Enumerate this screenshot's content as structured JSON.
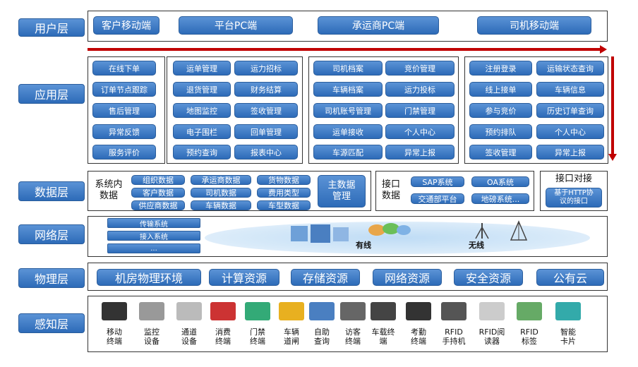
{
  "layers": {
    "user": "用户层",
    "app": "应用层",
    "data": "数据层",
    "network": "网络层",
    "physical": "物理层",
    "sensing": "感知层"
  },
  "user_layer": [
    "客户移动端",
    "平台PC端",
    "承运商PC端",
    "司机移动端"
  ],
  "app_layer": {
    "col1": [
      "在线下单",
      "订单节点跟踪",
      "售后管理",
      "异常反馈",
      "服务评价"
    ],
    "col2": [
      "运单管理",
      "运力招标",
      "退货管理",
      "财务结算",
      "地图监控",
      "签收管理",
      "电子围栏",
      "回单管理",
      "预约查询",
      "报表中心"
    ],
    "col3": [
      "司机档案",
      "竞价管理",
      "车辆档案",
      "运力投标",
      "司机账号管理",
      "门禁管理",
      "运单接收",
      "个人中心",
      "车源匹配",
      "异常上报"
    ],
    "col4": [
      "注册登录",
      "运输状态查询",
      "线上接单",
      "车辆信息",
      "参与竞价",
      "历史订单查询",
      "预约排队",
      "个人中心",
      "签收管理",
      "异常上报"
    ]
  },
  "data_layer": {
    "internal_title": "系统内\n数据",
    "internal_items": [
      "组织数据",
      "承运商数据",
      "货物数据",
      "客户数据",
      "司机数据",
      "费用类型",
      "供应商数据",
      "车辆数据",
      "车型数据"
    ],
    "master": "主数据\n管理",
    "interface_title": "接口\n数据",
    "interface_items": [
      "SAP系统",
      "OA系统",
      "交通部平台",
      "地磅系统..."
    ],
    "docking_title": "接口对接",
    "docking_item": "基于HTTP协\n议的接口"
  },
  "network_layer": {
    "items": [
      "传输系统",
      "接入系统",
      "..."
    ],
    "wired": "有线",
    "wireless": "无线"
  },
  "physical_layer": [
    "机房物理环境",
    "计算资源",
    "存储资源",
    "网络资源",
    "安全资源",
    "公有云"
  ],
  "sensing_layer": [
    {
      "label": "移动\n终端",
      "icon": "phone-icon"
    },
    {
      "label": "监控\n设备",
      "icon": "camera-icon"
    },
    {
      "label": "通道\n设备",
      "icon": "gate-icon"
    },
    {
      "label": "消费\n终端",
      "icon": "pos-icon"
    },
    {
      "label": "门禁\n终端",
      "icon": "board-icon"
    },
    {
      "label": "车辆\n道闸",
      "icon": "barrier-icon"
    },
    {
      "label": "自助\n查询",
      "icon": "kiosk-icon"
    },
    {
      "label": "访客\n终端",
      "icon": "visitor-icon"
    },
    {
      "label": "车载终\n端",
      "icon": "vehicle-terminal-icon"
    },
    {
      "label": "考勤\n终端",
      "icon": "attendance-icon"
    },
    {
      "label": "RFID\n手持机",
      "icon": "rfid-handheld-icon"
    },
    {
      "label": "RFID阅\n读器",
      "icon": "rfid-reader-icon"
    },
    {
      "label": "RFID\n标签",
      "icon": "rfid-tag-icon"
    },
    {
      "label": "智能\n卡片",
      "icon": "smart-card-icon"
    }
  ],
  "colors": {
    "accent": "#2d6bb8",
    "arrow": "#c00000"
  }
}
